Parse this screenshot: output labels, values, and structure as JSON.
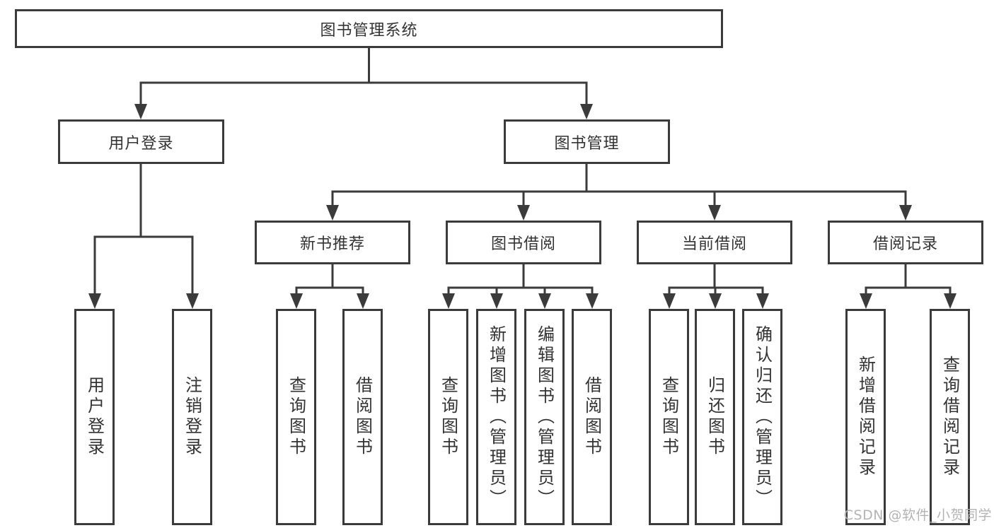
{
  "diagram": {
    "title": "图书管理系统",
    "colors": {
      "line": "#3b3b3b",
      "box_border": "#3b3b3b",
      "text": "#333333",
      "background": "#ffffff",
      "watermark": "#b3b3b3"
    },
    "tree": {
      "label": "图书管理系统",
      "children": [
        {
          "label": "用户登录",
          "children": [
            {
              "label": "用户登录"
            },
            {
              "label": "注销登录"
            }
          ]
        },
        {
          "label": "图书管理",
          "children": [
            {
              "label": "新书推荐",
              "children": [
                {
                  "label": "查询图书"
                },
                {
                  "label": "借阅图书"
                }
              ]
            },
            {
              "label": "图书借阅",
              "children": [
                {
                  "label": "查询图书"
                },
                {
                  "label": "新增图书（管理员）"
                },
                {
                  "label": "编辑图书（管理员）"
                },
                {
                  "label": "借阅图书"
                }
              ]
            },
            {
              "label": "当前借阅",
              "children": [
                {
                  "label": "查询图书"
                },
                {
                  "label": "归还图书"
                },
                {
                  "label": "确认归还（管理员）"
                }
              ]
            },
            {
              "label": "借阅记录",
              "children": [
                {
                  "label": "新增借阅记录"
                },
                {
                  "label": "查询借阅记录"
                }
              ]
            }
          ]
        }
      ]
    }
  },
  "watermark": "CSDN @软件_小贺同学"
}
